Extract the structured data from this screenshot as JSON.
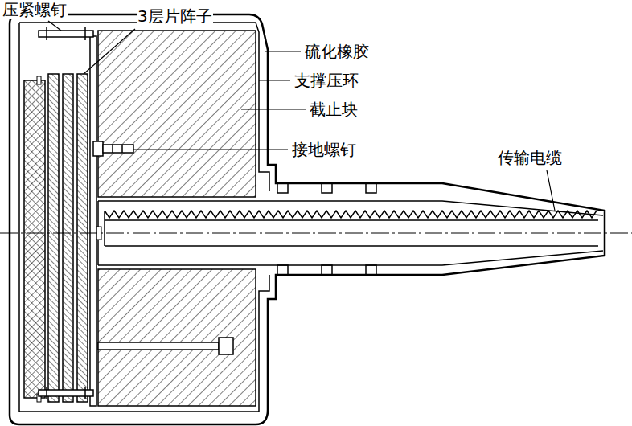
{
  "diagram": {
    "labels": [
      "压紧螺钉",
      "3层片阵子",
      "硫化橡胶",
      "支撑压环",
      "截止块",
      "接地螺钉",
      "传输电缆"
    ]
  }
}
